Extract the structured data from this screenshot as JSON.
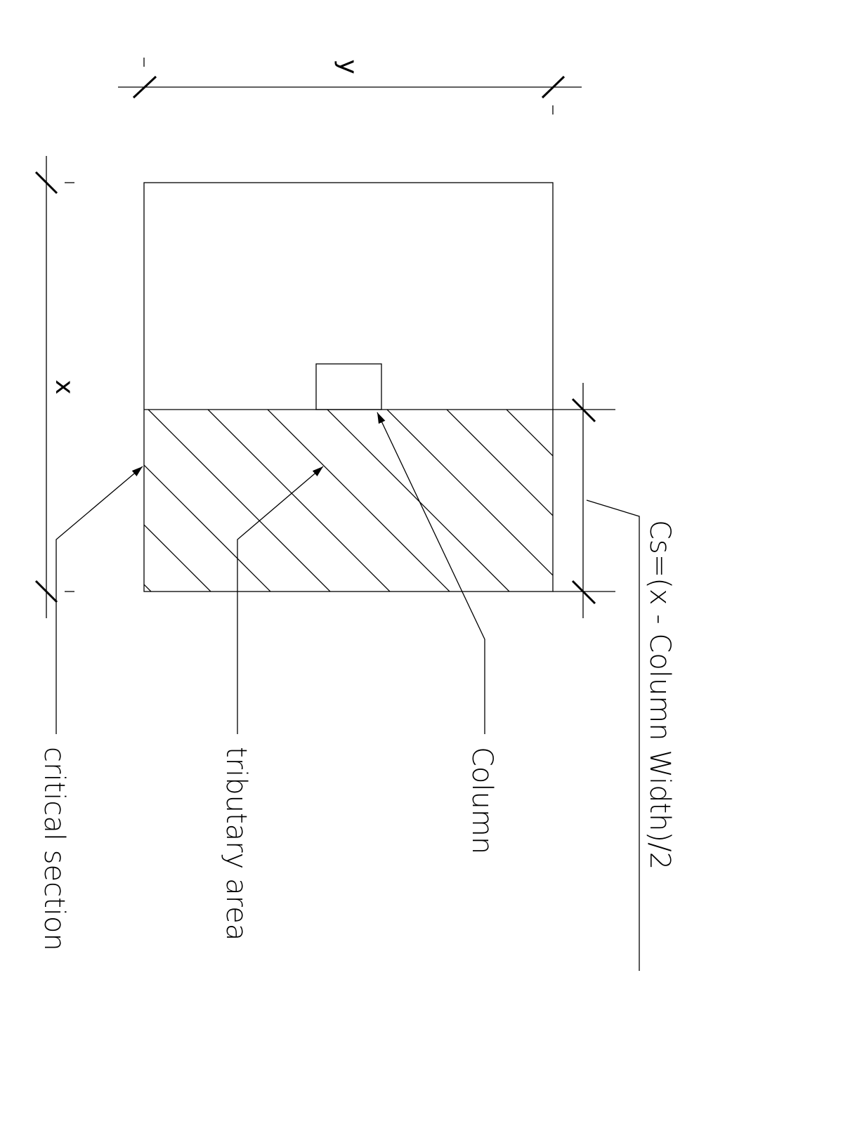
{
  "dimensions": {
    "y_label": "y",
    "x_label": "x"
  },
  "labels": {
    "critical_section": "critical section",
    "tributary_area": "tributary area",
    "column": "Column",
    "cs_formula": "Cs=(x - Column Width)/2"
  }
}
